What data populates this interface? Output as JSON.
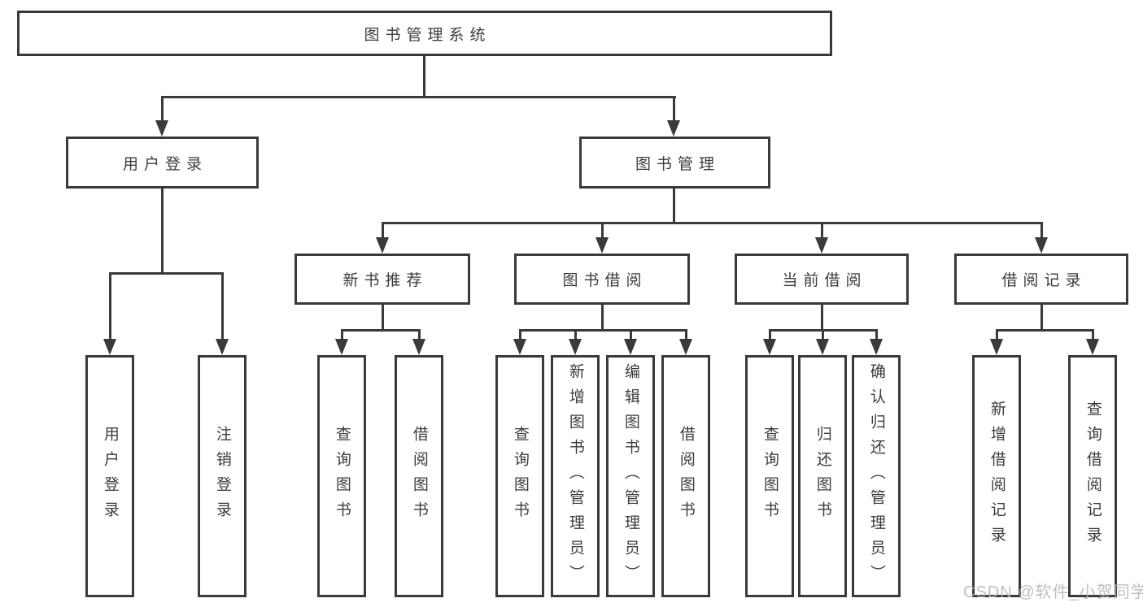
{
  "colors": {
    "line": "#3a3a3a",
    "text": "#3c3c3c",
    "background": "#ffffff",
    "watermark": "#b5b5b5"
  },
  "diagram": {
    "root": {
      "label": "图书管理系统"
    },
    "branches": [
      {
        "label": "用户登录",
        "children": [
          {
            "label": "用户登录"
          },
          {
            "label": "注销登录"
          }
        ]
      },
      {
        "label": "图书管理",
        "sections": [
          {
            "label": "新书推荐",
            "children": [
              {
                "label": "查询图书"
              },
              {
                "label": "借阅图书"
              }
            ]
          },
          {
            "label": "图书借阅",
            "children": [
              {
                "label": "查询图书"
              },
              {
                "label": "新增图书（管理员）"
              },
              {
                "label": "编辑图书（管理员）"
              },
              {
                "label": "借阅图书"
              }
            ]
          },
          {
            "label": "当前借阅",
            "children": [
              {
                "label": "查询图书"
              },
              {
                "label": "归还图书"
              },
              {
                "label": "确认归还（管理员）"
              }
            ]
          },
          {
            "label": "借阅记录",
            "children": [
              {
                "label": "新增借阅记录"
              },
              {
                "label": "查询借阅记录"
              }
            ]
          }
        ]
      }
    ]
  },
  "watermark": {
    "text": "CSDN @软件_小贺同学"
  }
}
